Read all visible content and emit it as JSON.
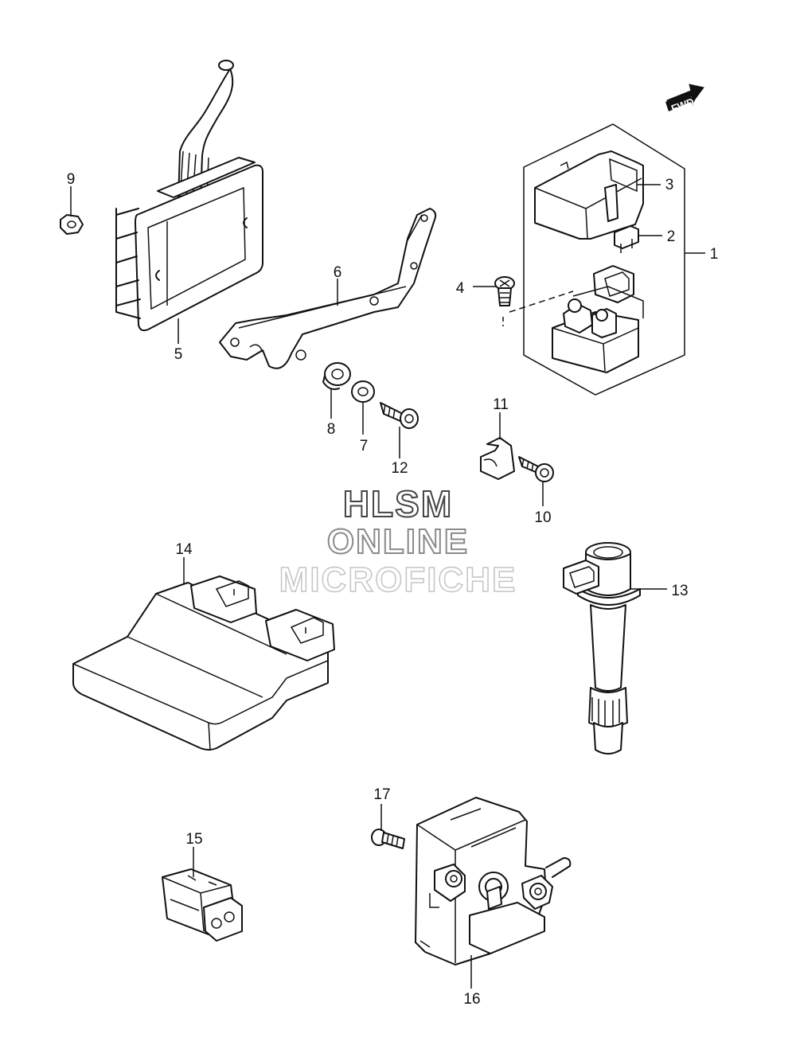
{
  "watermark": {
    "line1": "HLSM",
    "line2": "ONLINE",
    "line3": "MICROFICHE"
  },
  "direction_badge": "FWD",
  "callouts": [
    "1",
    "2",
    "3",
    "4",
    "5",
    "6",
    "7",
    "8",
    "9",
    "10",
    "11",
    "12",
    "13",
    "14",
    "15",
    "16",
    "17"
  ]
}
